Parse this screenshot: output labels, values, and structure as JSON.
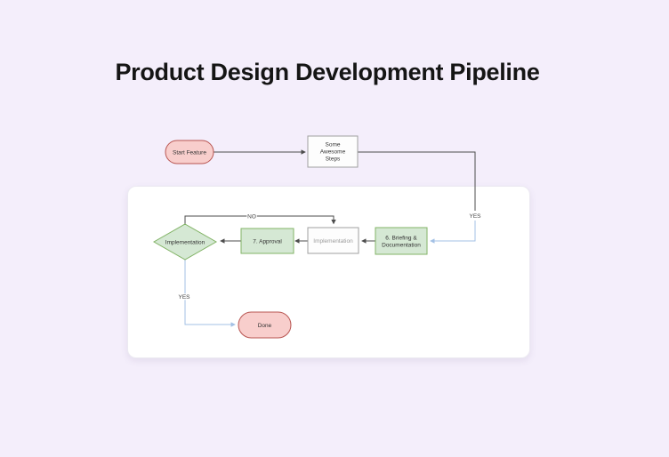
{
  "page": {
    "title": "Product Design Development Pipeline"
  },
  "colors": {
    "background": "#f4eefb",
    "card": "#ffffff",
    "green_fill": "#d5e8d4",
    "green_border": "#82b366",
    "pink_fill": "#f8cecc",
    "pink_border": "#b85450",
    "plain_fill": "#fdfdfd",
    "plain_border": "#a0a0a0",
    "edge_dark": "#4d4d4d",
    "edge_blue": "#a3c1e5"
  },
  "flowchart": {
    "start_node": {
      "label": "Start Feature"
    },
    "steps_node": {
      "line1": "Some",
      "line2": "Awesome",
      "line3": "Steps"
    },
    "briefing_node": {
      "line1": "6. Briefing &",
      "line2": "Documentation"
    },
    "implementation_node": {
      "label": "Implementation"
    },
    "approval_node": {
      "label": "7. Approval"
    },
    "decision_node": {
      "label": "Implementation"
    },
    "done_node": {
      "label": "Done"
    },
    "edge_labels": {
      "yes_right": "YES",
      "no_top": "NO",
      "yes_left": "YES"
    }
  }
}
